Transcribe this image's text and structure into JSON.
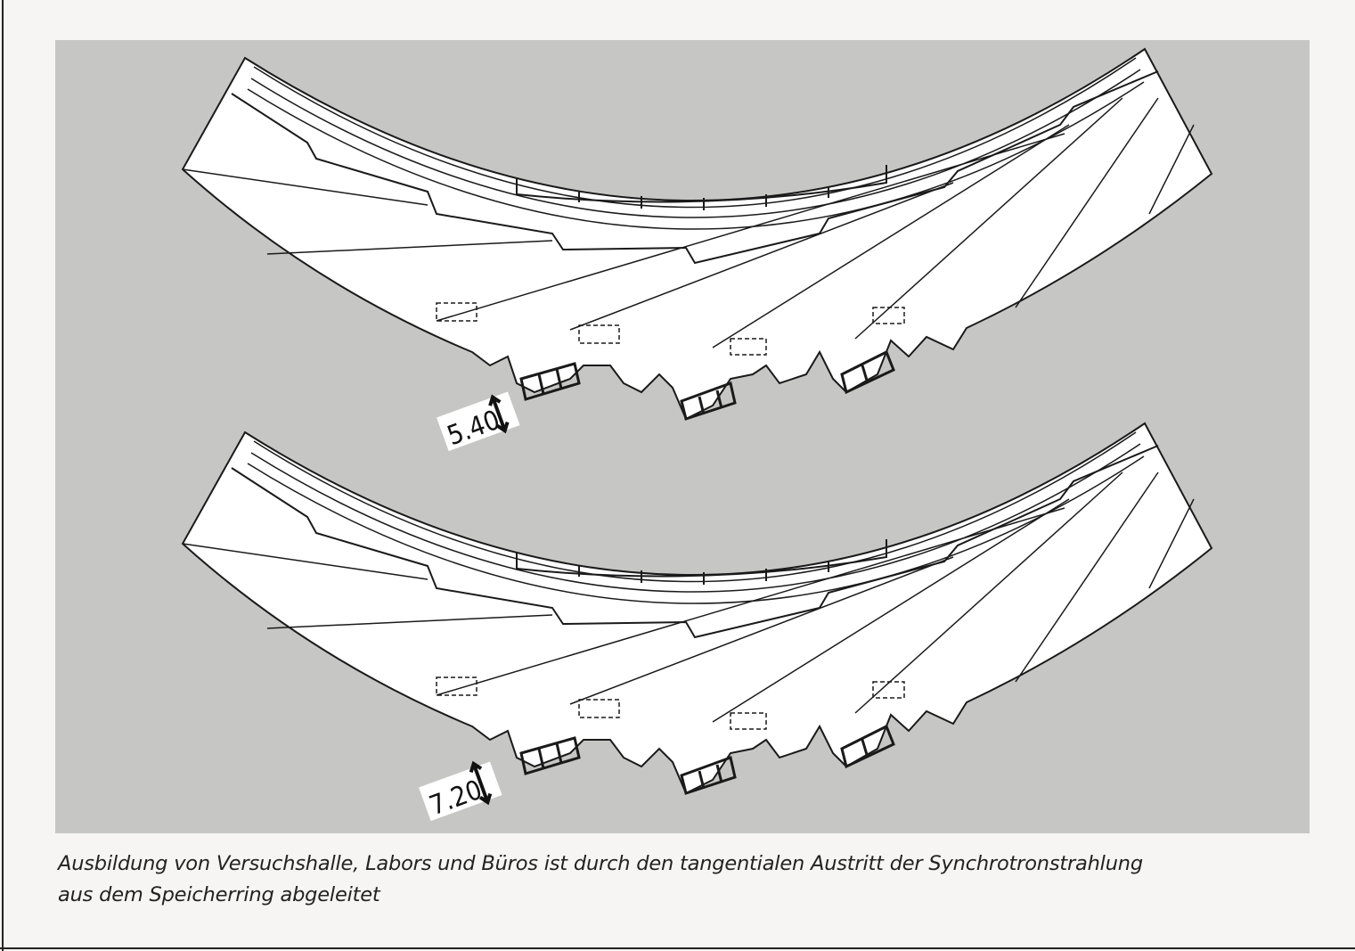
{
  "figure": {
    "plans": [
      {
        "name": "upper-floor-plan",
        "height_label": "5.40"
      },
      {
        "name": "lower-floor-plan",
        "height_label": "7.20"
      }
    ],
    "colors": {
      "background": "#c6c6c4",
      "plan": "#ffffff",
      "line": "#1a1a1a"
    }
  },
  "caption": {
    "line1": "Ausbildung von Versuchshalle, Labors und Büros ist durch den tangentialen Austritt der Synchrotronstrahlung",
    "line2": "aus dem Speicherring abgeleitet"
  }
}
